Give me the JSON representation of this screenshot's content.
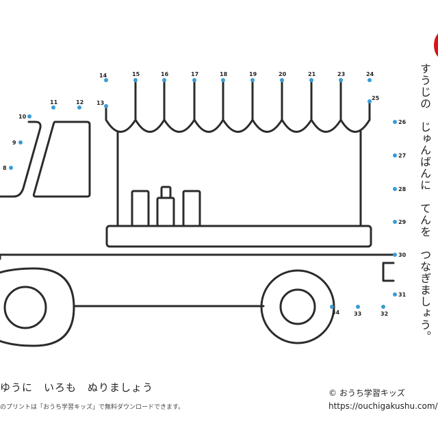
{
  "instruction": "すうじの　じゅんばんに　てんを　つなぎましょう。",
  "coloring_prompt": "ゆうに　いろも　ぬりましょう",
  "footer_note": "のプリントは「おうち学習キッズ」で無料ダウンロードできます。",
  "copyright": "© おうち学習キッズ",
  "url": "https://ouchigakushu.com/",
  "dots": [
    {
      "n": "8"
    },
    {
      "n": "9"
    },
    {
      "n": "10"
    },
    {
      "n": "11"
    },
    {
      "n": "12"
    },
    {
      "n": "13"
    },
    {
      "n": "14"
    },
    {
      "n": "15"
    },
    {
      "n": "16"
    },
    {
      "n": "17"
    },
    {
      "n": "18"
    },
    {
      "n": "19"
    },
    {
      "n": "20"
    },
    {
      "n": "21"
    },
    {
      "n": "23"
    },
    {
      "n": "24"
    },
    {
      "n": "25"
    },
    {
      "n": "26"
    },
    {
      "n": "27"
    },
    {
      "n": "28"
    },
    {
      "n": "29"
    },
    {
      "n": "30"
    },
    {
      "n": "31"
    },
    {
      "n": "32"
    },
    {
      "n": "33"
    },
    {
      "n": "34"
    }
  ],
  "colors": {
    "dot": "#3a9bd5",
    "line": "#2b2b2b",
    "accent": "#d8141b"
  }
}
